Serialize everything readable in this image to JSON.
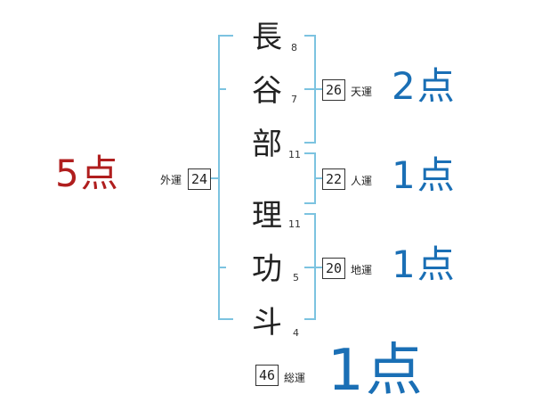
{
  "colors": {
    "bracket": "#7cc3e0",
    "score_blue": "#1a6fb5",
    "score_red": "#b01e1e"
  },
  "characters": [
    {
      "char": "長",
      "strokes": "8"
    },
    {
      "char": "谷",
      "strokes": "7"
    },
    {
      "char": "部",
      "strokes": "11"
    },
    {
      "char": "理",
      "strokes": "11"
    },
    {
      "char": "功",
      "strokes": "5"
    },
    {
      "char": "斗",
      "strokes": "4"
    }
  ],
  "gaikaku": {
    "label": "外運",
    "value": "24",
    "score": "5点"
  },
  "tenkaku": {
    "label": "天運",
    "value": "26",
    "score": "2点"
  },
  "jinkaku": {
    "label": "人運",
    "value": "22",
    "score": "1点"
  },
  "chikaku": {
    "label": "地運",
    "value": "20",
    "score": "1点"
  },
  "soukaku": {
    "label": "総運",
    "value": "46",
    "score": "1点"
  }
}
